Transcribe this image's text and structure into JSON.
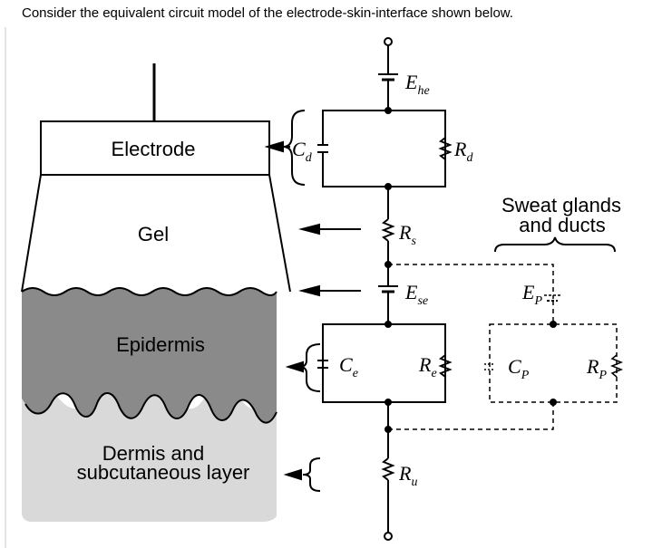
{
  "question": "Consider the equivalent circuit model of the electrode-skin-interface shown below.",
  "layers": {
    "electrode": "Electrode",
    "gel": "Gel",
    "epidermis": "Epidermis",
    "dermis_line1": "Dermis and",
    "dermis_line2": "subcutaneous layer"
  },
  "components": {
    "ehe_main": "E",
    "ehe_sub": "he",
    "rd_main": "R",
    "rd_sub": "d",
    "cd_main": "C",
    "cd_sub": "d",
    "rs_main": "R",
    "rs_sub": "s",
    "ese_main": "E",
    "ese_sub": "se",
    "ce_main": "C",
    "ce_sub": "e",
    "re_main": "R",
    "re_sub": "e",
    "ep_main": "E",
    "ep_sub": "P",
    "cp_main": "C",
    "cp_sub": "P",
    "rp_main": "R",
    "rp_sub": "P",
    "ru_main": "R",
    "ru_sub": "u"
  },
  "sweat_label_line1": "Sweat glands",
  "sweat_label_line2": "and ducts",
  "colors": {
    "epidermis": "#8a8a8a",
    "dermis": "#d9d9d9",
    "lines": "#000000"
  }
}
